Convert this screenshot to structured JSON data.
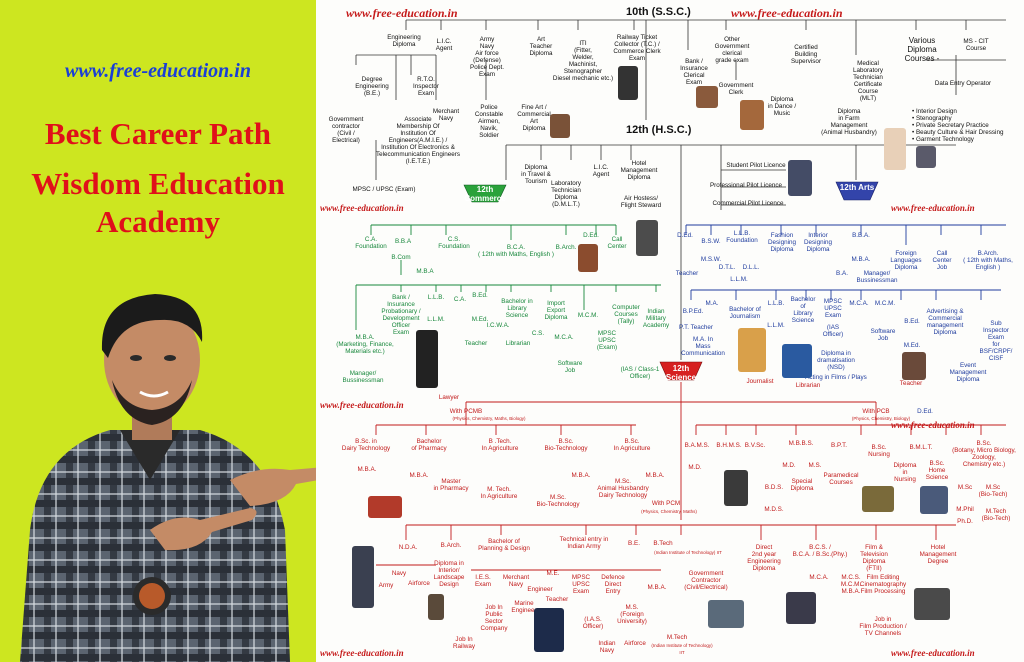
{
  "left_panel": {
    "url": "www.free-education.in",
    "title_line1": "Best Career Path",
    "title_line2": "Wisdom Education",
    "title_line3": "Academy"
  },
  "watermark": "www.free-education.in",
  "headers": {
    "ssc": "10th (S.S.C.)",
    "hsc": "12th (H.S.C.)"
  },
  "badges": {
    "commerce": "12th\nCommerce",
    "arts": "12th\nArts",
    "science": "12th\nScience"
  },
  "top": {
    "eng_diploma": "Engineering\nDiploma",
    "lic": "L.I.C.\nAgent",
    "army": "Army\nNavy\nAir force\n(Defense)\nPolice Dept.\nExam",
    "art_teacher": "Art\nTeacher\nDiploma",
    "iti": "ITI\n(Fitter,\nWelder,\nMachinist,\nStenographer\nDiesel mechanic etc.)",
    "railway": "Railway Ticket\nCollector (T.C.) /\nCommerce Clerk\nExam",
    "bank": "Bank /\nInsurance\nClerical\nExam",
    "govt_clerical": "Other\nGovernment\nclerical\ngrade exam",
    "govt_clerk": "Government\nClerk",
    "building": "Certified\nBuilding\nSupervisor",
    "dmu": "Diploma\nin Dance /\nMusic",
    "mlt": "Medical\nLaboratory\nTechnician\nCertificate\nCourse\n(MLT)",
    "farm": "Diploma\nin Farm\nManagement\n(Animal Husbandry)",
    "various": "Various\nDiploma\nCourses -",
    "mscit": "MS - CIT\nCourse",
    "dataentry": "Data Entry Operator",
    "various_list": "• Interior Design\n• Stenography\n• Private Secretary Practice\n• Beauty Culture & Hair Dressing\n• Garment Technology",
    "degree_eng": "Degree\nEngineering\n(B.E.)",
    "rto": "R.T.O.\nInspector\nExam",
    "merchant": "Merchant\nNavy",
    "police": "Police\nConstable\nAirmen,\nNavik,\nSoldier",
    "fineart": "Fine Art /\nCommercial\nArt\nDiploma",
    "govcon": "Government\ncontractor\n(Civil /\nElectrical)",
    "amie": "Associate\nMembership Of\nInstitution Of\nEngineers(A.M.I.E.) /\nInstitution Of Electronics &\nTelecommunication Engineers\n(I.E.T.E.)",
    "mpsc_upsc": "MPSC / UPSC (Exam)"
  },
  "middle": {
    "travel": "Diploma\nin Travel &\nTourism",
    "dmlt": "Laboratory\nTechnician\nDiploma\n(D.M.L.T.)",
    "lic2": "L.I.C.\nAgent",
    "hotel": "Hotel\nManagement\nDiploma",
    "hostess": "Air Hostess/\nFlight Steward",
    "spl": "Student Pilot Licence",
    "ppl": "Professional Pilot Licence",
    "cpl": "Commercial Pilot Licence"
  },
  "commerce": {
    "ca_found": "C.A.\nFoundation",
    "bba": "B.B.A",
    "cs_found": "C.S.\nFoundation",
    "bca": "B.C.A.\n( 12th with Maths, English )",
    "barch": "B.Arch.",
    "ded": "D.Ed.",
    "callcenter": "Call\nCenter",
    "bcom": "B.Com",
    "mba": "M.B.A",
    "bank_po": "Bank /\nInsurance\nProbationary /\nDevelopment\nOfficer\nExam",
    "llb": "L.L.B.",
    "llm": "L.L.M.",
    "ca": "C.A.",
    "bed": "B.Ed.",
    "med": "M.Ed.",
    "icwa": "I.C.W.A.",
    "blib": "Bachelor in\nLibrary\nScience",
    "cs": "C.S.",
    "impexp": "Import\nExport\nDiploma",
    "mcm": "M.C.M.",
    "mca": "M.C.A.",
    "comp": "Computer\nCourses\n(Tally)",
    "military": "Indian\nMilitary\nAcademy",
    "mba_mkt": "M.B.A.\n(Marketing, Finance,\nMaterials etc.)",
    "teacher": "Teacher",
    "librarian": "Librarian",
    "mpsc": "MPSC\nUPSC\n(Exam)",
    "ias": "(IAS / Class-1\nOfficer)",
    "swjob": "Software\nJob",
    "manager": "Manager/\nBussinessman",
    "lawyer": "Lawyer"
  },
  "arts": {
    "ded": "D.Ed.",
    "bsw": "B.S.W.",
    "msw": "M.S.W.",
    "llb_found": "L.L.B.\nFoundation",
    "dtl": "D.T.L.",
    "dll": "D.L.L.",
    "llm": "L.L.M.",
    "fashion": "Fashion\nDesigning\nDiploma",
    "interior": "Interior\nDesigning\nDiploma",
    "bba": "B.B.A.",
    "mba": "M.B.A.",
    "foreign": "Foreign\nLanguages\nDiploma",
    "callcenter": "Call\nCenter\nJob",
    "barch": "B.Arch.\n( 12th with Maths,\nEnglish )",
    "ba": "B.A.",
    "manager": "Manager/\nBussinessman",
    "teacher": "Teacher",
    "bped": "B.P.Ed.",
    "pt": "P.T. Teacher",
    "ma": "M.A.",
    "journalism": "Bachelor of\nJournalism",
    "massc": "M.A. In\nMass\nCommunication",
    "llb2": "L.L.B.",
    "llm2": "L.L.M.",
    "blib": "Bachelor\nof\nLibrary\nScience",
    "mpsc": "MPSC\nUPSC\nExam",
    "ias": "(IAS\nOfficer)",
    "mca": "M.C.A.",
    "mcm": "M.C.M.",
    "swjob": "Software\nJob",
    "bed": "B.Ed.",
    "med": "M.Ed.",
    "advert": "Advertising &\nCommercial\nmanagement\nDiploma",
    "subinsp": "Sub\nInspector\nExam\nfor\nBSF/CRPF/\nCISF",
    "drama": "Diploma in\ndramatisation\n(NSD)",
    "acting": "Acting in Films / Plays",
    "event": "Event\nManagement\nDiploma",
    "journalist": "Journalist",
    "librarian": "Librarian",
    "teacher2": "Teacher",
    "ded2": "D.Ed."
  },
  "science": {
    "pcmb": "With PCMB",
    "pcmb_sub": "(Physics, Chemistry, Maths, Biology)",
    "pcb": "With PCB",
    "pcb_sub": "(Physics, Chemistry, Biology)",
    "dairy": "B.Sc. in\nDairy Technology",
    "pharm": "Bachelor\nof Pharmacy",
    "btech_agri": "B .Tech.\nIn Agriculture",
    "biotech": "B.Sc.\nBio-Technology",
    "bsc_agri": "B.Sc.\nIn Agriculture",
    "mba1": "M.B.A.",
    "mba2": "M.B.A.",
    "mpharm": "Master\nin Pharmacy",
    "mtech_agri": "M. Tech.\nIn Agriculture",
    "mba3": "M.B.A.",
    "msc_bio": "M.Sc.\nBio-Technology",
    "msc_dairy": "M.Sc.\nAnimal Husbandry\nDairy Technology",
    "mba4": "M.B.A.",
    "bams": "B.A.M.S.",
    "bhms": "B.H.M.S.",
    "bvsc": "B.V.Sc.",
    "mbbs": "M.B.B.S.",
    "bpt": "B.P.T.",
    "nursing": "B.Sc.\nNursing",
    "bmlt": "B.M.L.T.",
    "bsc_bio": "B.Sc.\n(Botany, Micro Biology,\nZoology,\nChemistry etc.)",
    "md": "M.D.",
    "md2": "M.D.",
    "ms": "M.S.",
    "bds": "B.D.S.",
    "mds": "M.D.S.",
    "special": "Special\nDiploma",
    "paramed": "Paramedical\nCourses",
    "dnursing": "Diploma\nin\nNursing",
    "homesci": "B.Sc.\nHome\nScience",
    "msc": "M.Sc",
    "msc_bt": "M.Sc\n(Bio-Tech)",
    "mphil": "M.Phil",
    "phd": "Ph.D.",
    "mtech_bt": "M.Tech\n(Bio-Tech)",
    "pcm": "With PCM",
    "pcm_sub": "(Physics, Chemistry, Maths)",
    "nda": "N.D.A.",
    "barch": "B.Arch.",
    "bplan": "Bachelor of\nPlanning & Design",
    "tech_army": "Technical entry in\nIndian Army",
    "be": "B.E.",
    "btech": "B.Tech",
    "btech_sub": "(Indian Institute of Technology) IIT",
    "direct": "Direct\n2nd year\nEngineering\nDiploma",
    "bcs": "B.C.S. /\nB.C.A. / B.Sc.(Phy.)",
    "film": "Film &\nTelevision\nDiploma\n(FTII)",
    "hotelmgmt": "Hotel\nManagement\nDegree",
    "army": "Army",
    "navy": "Navy",
    "airforce": "Airforce",
    "interior": "Diploma in\nInterior/\nLandscape\nDesign",
    "ies": "I.E.S.\nExam",
    "merchant": "Merchant\nNavy",
    "me": "M.E.",
    "engineer": "Engineer",
    "mpsc": "MPSC\nUPSC\nExam",
    "defence": "Defence\nDirect\nEntry",
    "mba5": "M.B.A.",
    "govcon": "Government\nContractor\n(Civil/Electrical)",
    "marine": "Marine\nEngineer",
    "teacher": "Teacher",
    "ias": "(I.A.S.\nOfficer)",
    "ms2": "M.S.\n(Foreign\nUniversity)",
    "mca": "M.C.A.",
    "mcs": "M.C.S.\nM.C.M.\nM.B.A.",
    "filmedit": "Film Editing\nCinematography\nFilm Processing",
    "psu": "Job In\nPublic\nSector\nCompany",
    "railway": "Job In\nRailway",
    "indnavy": "Indian\nNavy",
    "airforce2": "Airforce",
    "mtech": "M.Tech",
    "mtech_sub": "(Indian Institute of Technology)\nIIT",
    "filmjob": "Job in\nFilm Production /\nTV Channels"
  },
  "colors": {
    "left_bg": "#cde620",
    "title": "#e0101a",
    "url": "#1a3fd6",
    "commerce": "#17873b",
    "arts": "#1f3c9e",
    "science": "#c11a1a"
  }
}
